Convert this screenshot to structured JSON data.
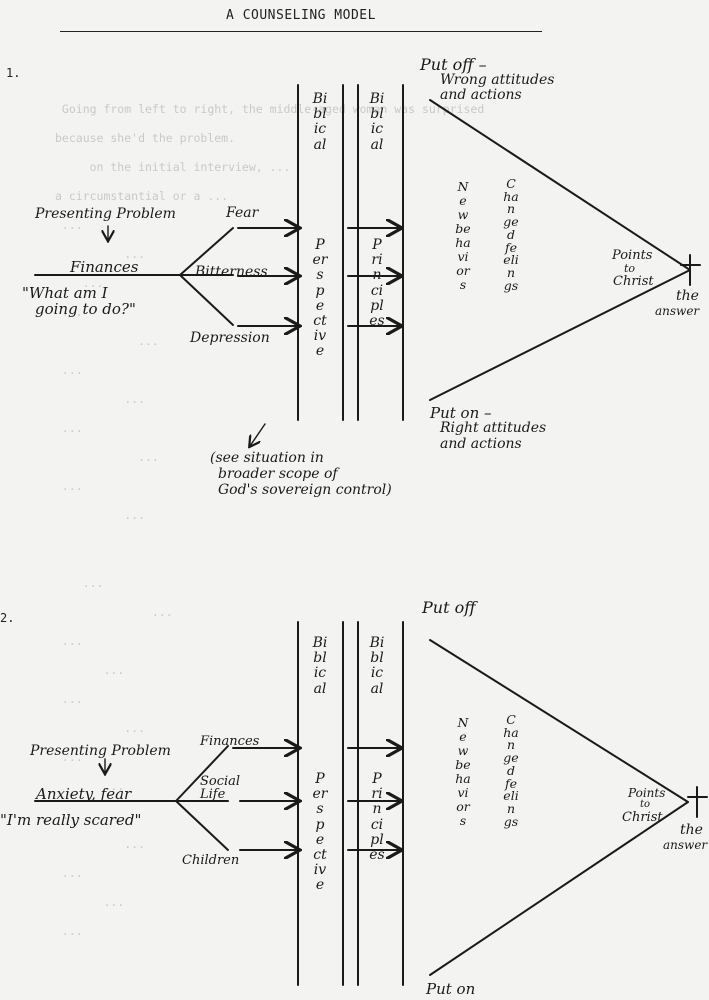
{
  "title": "A COUNSELING MODEL",
  "numbers": [
    "1.",
    "2."
  ],
  "diagram1": {
    "put_off": "Put off –",
    "put_off_detail": "Wrong attitudes",
    "put_off_detail2": "and actions",
    "presenting": "Presenting Problem",
    "arrow_down": "↓",
    "problem": "Finances",
    "quote1": "\"What am I",
    "quote2": "going to do?\"",
    "branches": [
      "Fear",
      "Bitterness",
      "Depression"
    ],
    "col1_top": "Biblical",
    "col1_bottom": "Perspective",
    "col2_top": "Biblical",
    "col2_bottom": "Principles",
    "col3": "New behaviors",
    "col4": "Changed feelings",
    "apex1": "Points",
    "apex2": "to",
    "apex3": "Christ",
    "answer1": "the",
    "answer2": "answer",
    "put_on": "Put on –",
    "put_on_detail": "Right attitudes",
    "put_on_detail2": "and actions",
    "see1": "(see situation in",
    "see2": "broader scope of",
    "see3": "God's sovereign control)"
  },
  "diagram2": {
    "put_off": "Put off",
    "presenting": "Presenting Problem",
    "arrow_down": "↓",
    "problem": "Anxiety, fear",
    "quote": "\"I'm really scared\"",
    "branches": [
      "Finances",
      "Social Life",
      "Children"
    ],
    "col1_top": "Biblical",
    "col1_bottom": "Perspective",
    "col2_top": "Biblical",
    "col2_bottom": "Principles",
    "col3": "New behaviors",
    "col4": "Changed feelings",
    "apex1": "Points",
    "apex2": "to",
    "apex3": "Christ",
    "answer1": "the",
    "answer2": "answer",
    "put_on": "Put on"
  }
}
